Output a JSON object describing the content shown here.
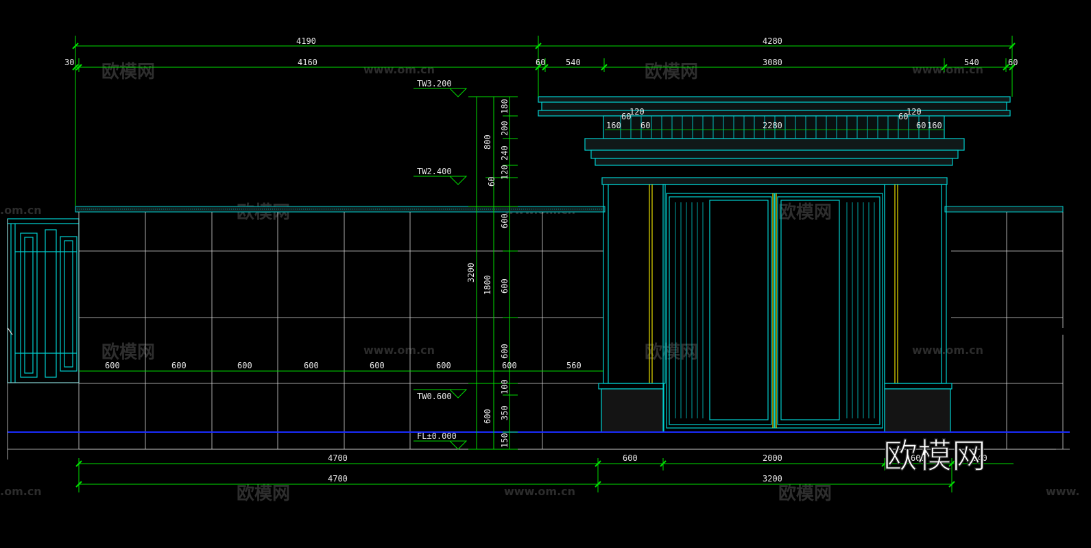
{
  "colors": {
    "background": "#000000",
    "dimension_line": "#00e000",
    "outline": "#00d0d0",
    "tile_line": "#d8d8d8",
    "ground_line": "#1a2cff",
    "accent_yellow": "#e8e000",
    "text": "#e8e8e8"
  },
  "dims_top_row1": [
    "4190",
    "4280"
  ],
  "dims_top_row2": [
    "30",
    "4160",
    "60",
    "540",
    "3080",
    "540",
    "60"
  ],
  "dims_header": [
    "160",
    "60",
    "120",
    "60",
    "2280",
    "60",
    "120",
    "60",
    "160"
  ],
  "dims_tiles": [
    "600",
    "600",
    "600",
    "600",
    "600",
    "600",
    "600",
    "560"
  ],
  "dims_vertical_outer": [
    "800",
    "3200",
    "600"
  ],
  "dims_vertical_mid": [
    "60",
    "1800"
  ],
  "dims_vertical_inner": [
    "180",
    "200",
    "240",
    "120",
    "600",
    "600",
    "600",
    "100",
    "350",
    "150"
  ],
  "dims_bottom_row1": [
    "4700",
    "600",
    "2000",
    "600",
    "540"
  ],
  "dims_bottom_row2": [
    "4700",
    "3200"
  ],
  "levels": [
    "TW3.200",
    "TW2.400",
    "TW0.600",
    "FL±0.000"
  ],
  "watermark": {
    "logo": "欧模网",
    "url": "www.om.cn",
    "url_fragment": ".om.cn",
    "url_start": "www."
  }
}
